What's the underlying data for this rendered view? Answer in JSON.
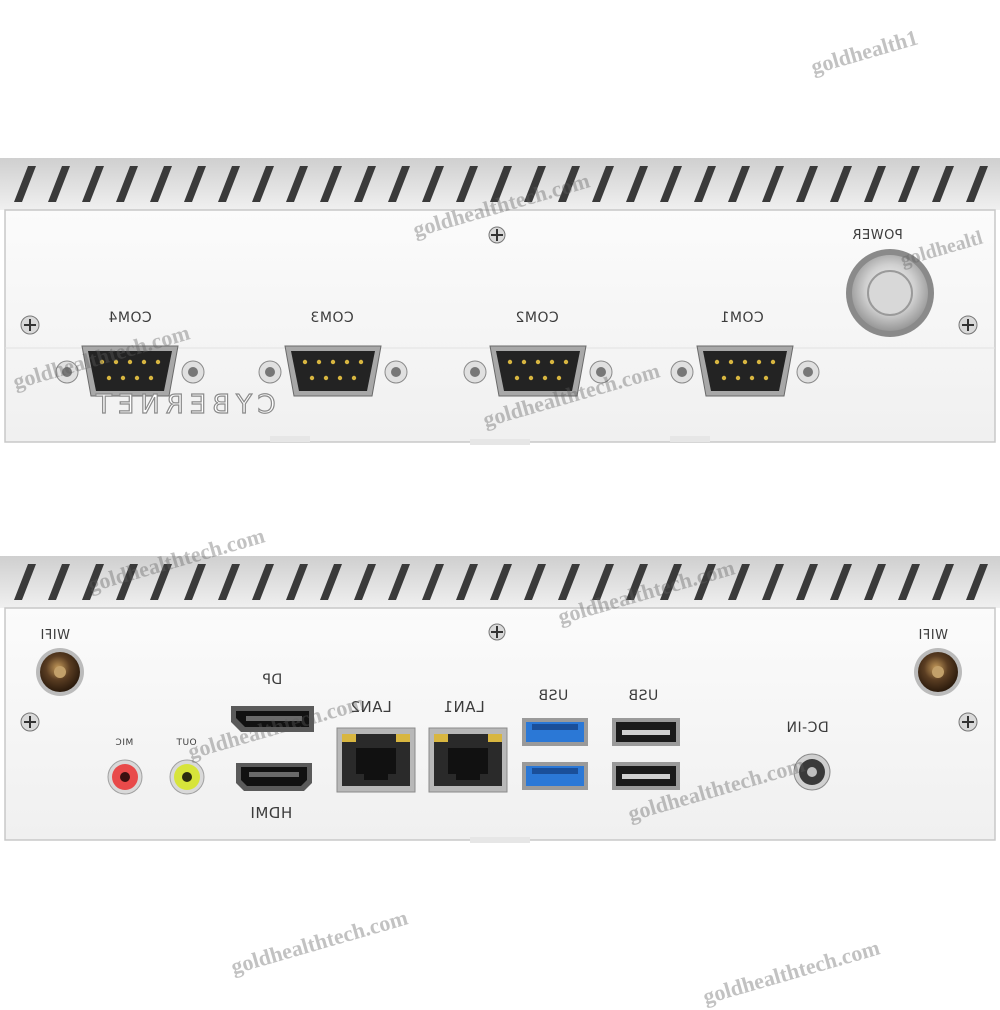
{
  "front_panel": {
    "brand": "CYBERNET",
    "power_label": "POWER",
    "com_ports": [
      "COM4",
      "COM3",
      "COM2",
      "COM1"
    ]
  },
  "rear_panel": {
    "wifi_left": "WIFI",
    "wifi_right": "WIFI",
    "mic_label": "MIC",
    "out_label": "OUT",
    "dp_label": "DP",
    "hdmi_label": "HDMI",
    "lan2_label": "LAN2",
    "lan1_label": "LAN1",
    "usb_label_1": "USB",
    "usb_label_2": "USB",
    "dcin_label": "DC-IN"
  },
  "watermarks": {
    "w1": "goldhealth1",
    "w2": "goldhealthtech.com",
    "w3": "goldhealthtech.com",
    "w4": "goldhealthtech.com",
    "w5": "goldhealtl",
    "w6": "goldhealthtech.com",
    "w7": "goldhealthtech.com",
    "w8": "goldhealthtech.com",
    "w9": "goldhealthtech.com",
    "w10": "goldhealthtech.com",
    "w11": "goldhealthtech.com"
  },
  "colors": {
    "chassis": "#f3f3f3",
    "fins": "#e1e1e1",
    "usb3_blue": "#2b78d6",
    "mic_pink": "#e84a4a",
    "out_green": "#d7e43a"
  }
}
